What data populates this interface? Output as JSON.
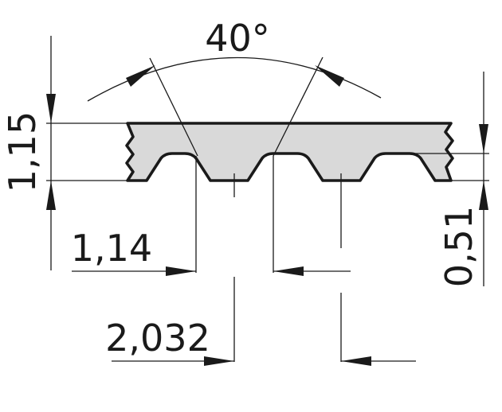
{
  "diagram": {
    "angle_label": "40°",
    "total_thickness_label": "1,15",
    "tooth_width_label": "1,14",
    "pitch_label": "2,032",
    "tooth_height_label": "0,51"
  },
  "colors": {
    "belt_fill": "#d9d9d9",
    "line": "#1a1a1a",
    "background": "#ffffff"
  }
}
